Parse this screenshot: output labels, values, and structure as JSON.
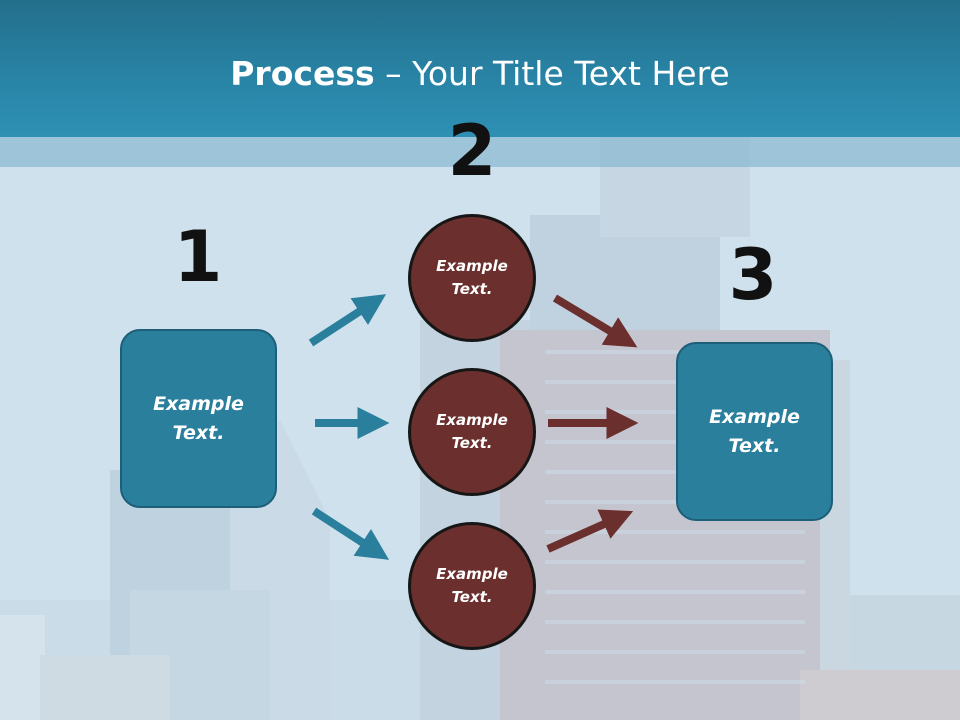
{
  "title": {
    "bold": "Process",
    "rest": " – Your Title Text Here"
  },
  "steps": {
    "one": "1",
    "two": "2",
    "three": "3"
  },
  "boxes": {
    "left": "Example Text.",
    "right": "Example Text."
  },
  "circles": [
    {
      "label": "Example Text."
    },
    {
      "label": "Example Text."
    },
    {
      "label": "Example Text."
    }
  ],
  "colors": {
    "header": "#2a88ab",
    "box_fill": "#2a7f9d",
    "circle_fill": "#6b2f2e",
    "arrow_teal": "#2a7f9d",
    "arrow_maroon": "#6b2f2e"
  }
}
